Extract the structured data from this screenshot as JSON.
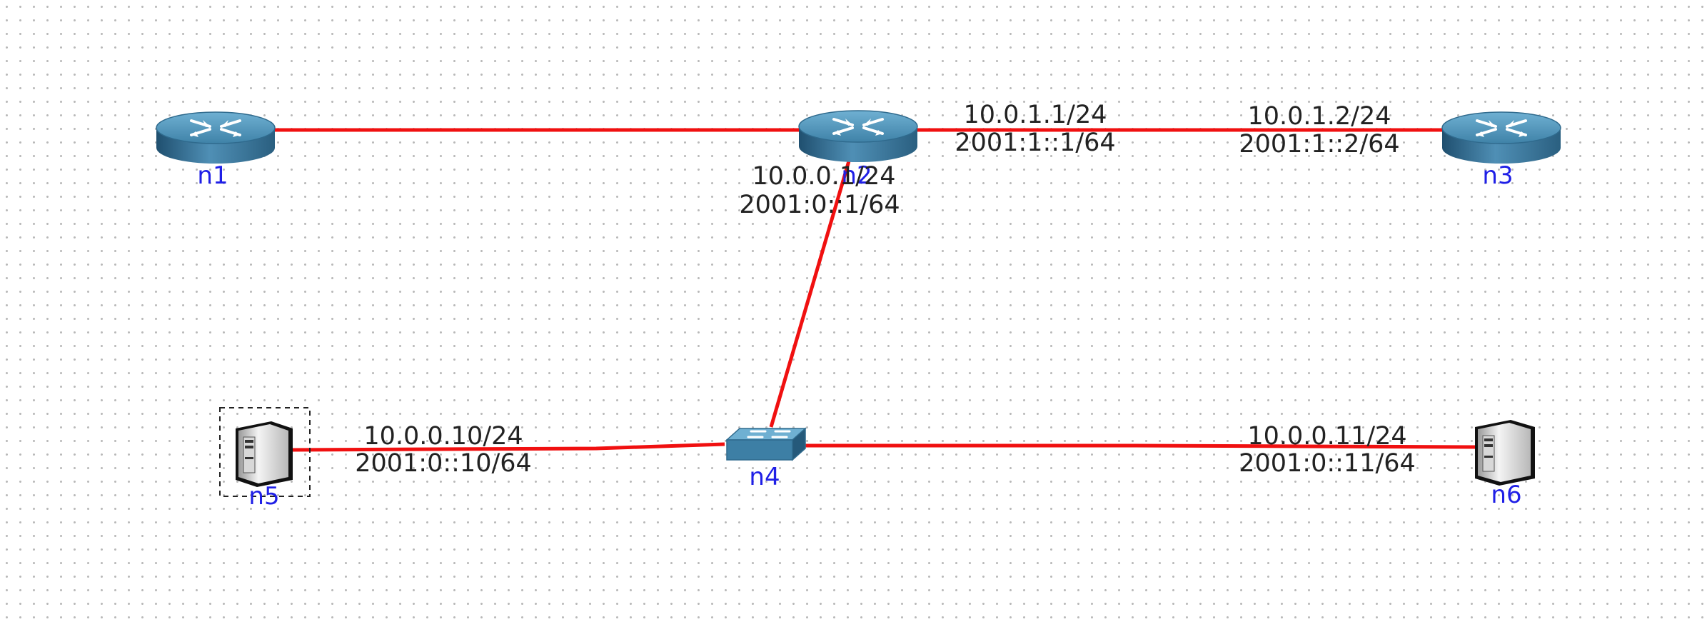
{
  "canvas": {
    "grid": true,
    "link_color": "#f01010",
    "label_color": "#1f1fe6",
    "selected_node": "n5"
  },
  "nodes": {
    "n1": {
      "label": "n1",
      "type": "router",
      "icon": "router-icon"
    },
    "n2": {
      "label": "n2",
      "type": "router",
      "icon": "router-icon"
    },
    "n3": {
      "label": "n3",
      "type": "router",
      "icon": "router-icon"
    },
    "n4": {
      "label": "n4",
      "type": "switch",
      "icon": "switch-icon"
    },
    "n5": {
      "label": "n5",
      "type": "host",
      "icon": "server-icon"
    },
    "n6": {
      "label": "n6",
      "type": "host",
      "icon": "server-icon"
    }
  },
  "links": {
    "n1_n2": {
      "from": "n1",
      "to": "n2"
    },
    "n2_n3": {
      "from": "n2",
      "to": "n3",
      "n2_ipv4": "10.0.1.1/24",
      "n2_ipv6": "2001:1::1/64",
      "n3_ipv4": "10.0.1.2/24",
      "n3_ipv6": "2001:1::2/64"
    },
    "n2_n4": {
      "from": "n2",
      "to": "n4",
      "n2_ipv4": "10.0.0.1/24",
      "n2_ipv6": "2001:0::1/64"
    },
    "n5_n4": {
      "from": "n5",
      "to": "n4",
      "n5_ipv4": "10.0.0.10/24",
      "n5_ipv6": "2001:0::10/64"
    },
    "n4_n6": {
      "from": "n4",
      "to": "n6",
      "n6_ipv4": "10.0.0.11/24",
      "n6_ipv6": "2001:0::11/64"
    }
  }
}
